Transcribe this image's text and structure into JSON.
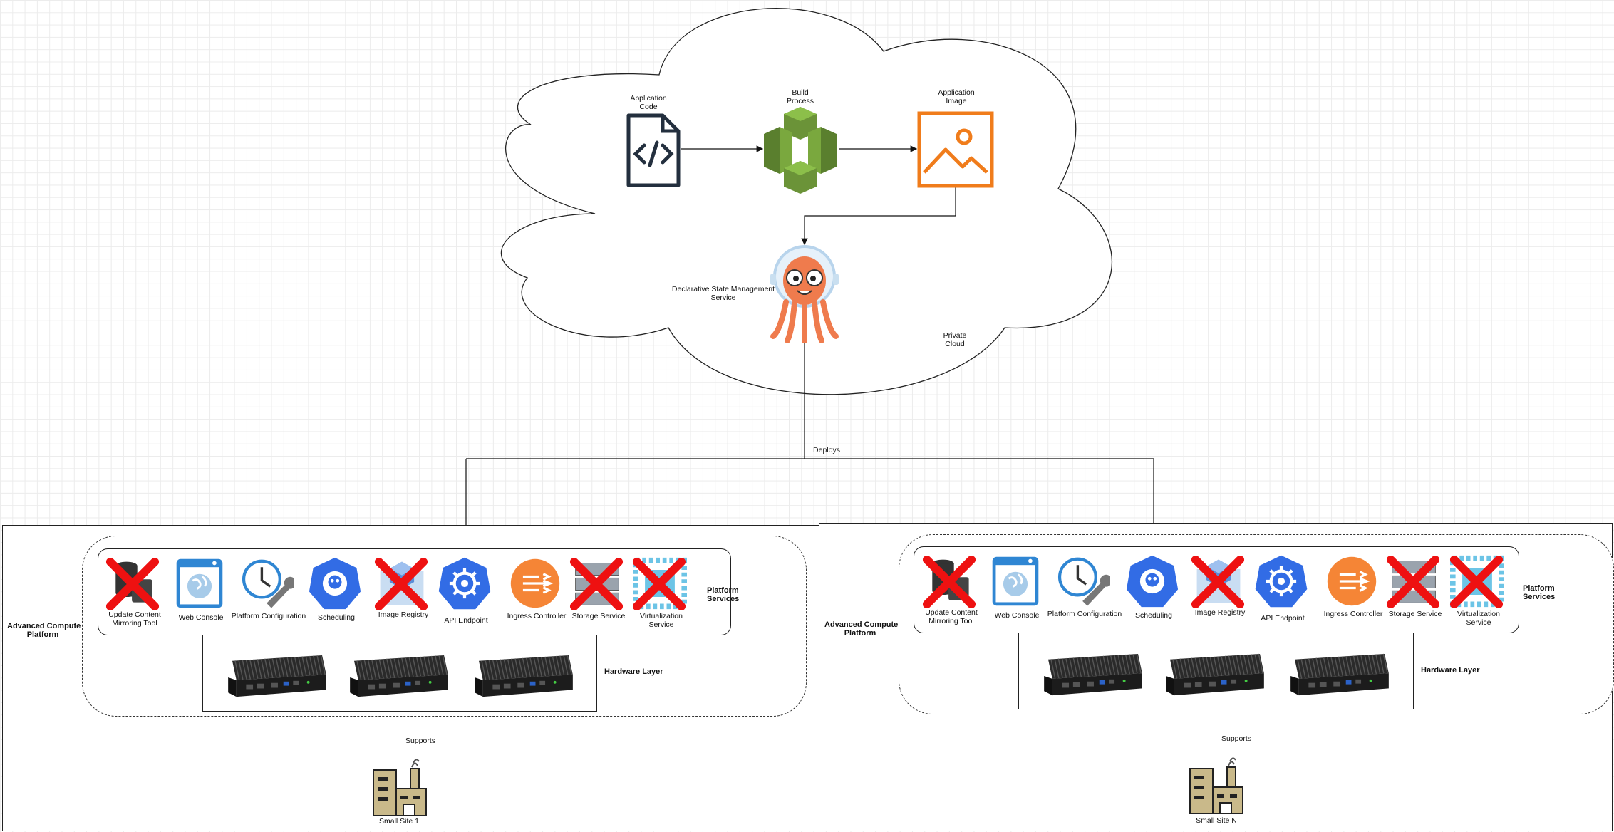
{
  "cloud": {
    "label": "Private\nCloud",
    "app_code": "Application\nCode",
    "build": "Build\nProcess",
    "app_image": "Application\nImage",
    "declarative": "Declarative State Management\nService"
  },
  "deploys_label": "Deploys",
  "sites": [
    {
      "name": "Small Site 1",
      "platform_label": "Advanced Compute\nPlatform",
      "services_label": "Platform Services",
      "hardware_label": "Hardware Layer",
      "supports_label": "Supports",
      "services": [
        {
          "label": "Update Content\nMirroring Tool",
          "icon": "database-icon",
          "disabled": true
        },
        {
          "label": "Web Console",
          "icon": "browser-globe-icon",
          "disabled": false
        },
        {
          "label": "Platform Configuration",
          "icon": "clock-wrench-icon",
          "disabled": false
        },
        {
          "label": "Scheduling",
          "icon": "kubernetes-scheduler-icon",
          "disabled": false
        },
        {
          "label": "Image Registry",
          "icon": "registry-cube-icon",
          "disabled": true
        },
        {
          "label": "API Endpoint",
          "icon": "kubernetes-api-icon",
          "disabled": false
        },
        {
          "label": "Ingress Controller",
          "icon": "ingress-icon",
          "disabled": false
        },
        {
          "label": "Storage Service",
          "icon": "storage-icon",
          "disabled": true
        },
        {
          "label": "Virtualization\nService",
          "icon": "virtualization-icon",
          "disabled": true
        }
      ]
    },
    {
      "name": "Small Site N",
      "platform_label": "Advanced Compute\nPlatform",
      "services_label": "Platform Services",
      "hardware_label": "Hardware Layer",
      "supports_label": "Supports",
      "services": [
        {
          "label": "Update Content\nMirroring Tool",
          "icon": "database-icon",
          "disabled": true
        },
        {
          "label": "Web Console",
          "icon": "browser-globe-icon",
          "disabled": false
        },
        {
          "label": "Platform Configuration",
          "icon": "clock-wrench-icon",
          "disabled": false
        },
        {
          "label": "Scheduling",
          "icon": "kubernetes-scheduler-icon",
          "disabled": false
        },
        {
          "label": "Image Registry",
          "icon": "registry-cube-icon",
          "disabled": true
        },
        {
          "label": "API Endpoint",
          "icon": "kubernetes-api-icon",
          "disabled": false
        },
        {
          "label": "Ingress Controller",
          "icon": "ingress-icon",
          "disabled": false
        },
        {
          "label": "Storage Service",
          "icon": "storage-icon",
          "disabled": true
        },
        {
          "label": "Virtualization\nService",
          "icon": "virtualization-icon",
          "disabled": true
        }
      ]
    }
  ],
  "colors": {
    "aws_green": "#6f9a39",
    "image_orange": "#f07c1b",
    "k8s_blue": "#326ce5",
    "disabled_x": "#ee1111",
    "ingress_orange": "#f58536",
    "factory_tan": "#c9b98a"
  }
}
